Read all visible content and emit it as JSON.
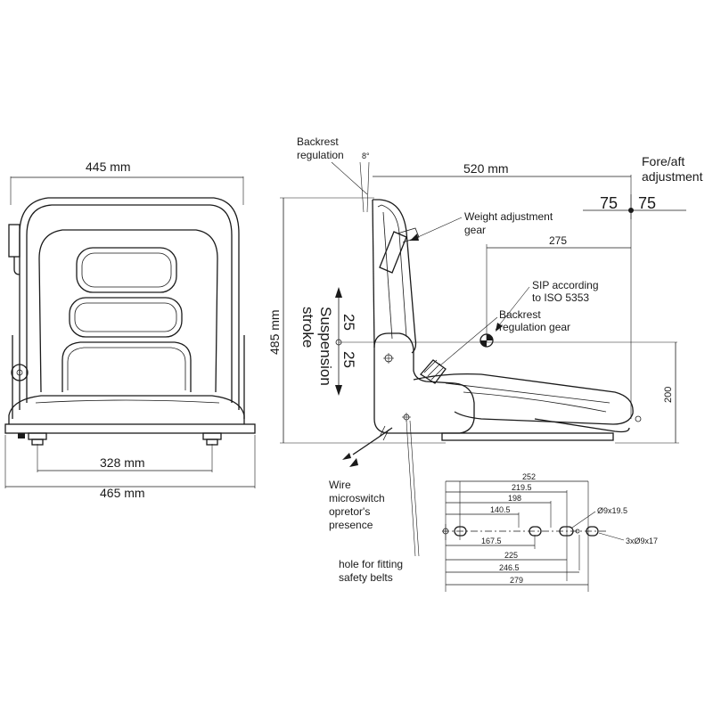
{
  "front_view": {
    "width_top": "445 mm",
    "width_mount": "328 mm",
    "width_base": "465 mm"
  },
  "side_view": {
    "depth": "520 mm",
    "height": "485 mm",
    "fore_aft_label_1": "Fore/aft",
    "fore_aft_label_2": "adjustment",
    "fore_aft_left": "75",
    "fore_aft_right": "75",
    "sip_distance": "275",
    "sip_height": "200",
    "backrest_angle": "8°",
    "suspension_label_1": "Suspension",
    "suspension_label_2": "stroke",
    "suspension_up": "25",
    "suspension_down": "25",
    "backrest_regulation_1": "Backrest",
    "backrest_regulation_2": "regulation",
    "weight_adj_1": "Weight adjustment",
    "weight_adj_2": "gear",
    "sip_1": "SIP according",
    "sip_2": "to ISO 5353",
    "backrest_gear_1": "Backrest",
    "backrest_gear_2": "regulation gear",
    "wire_1": "Wire",
    "wire_2": "microswitch",
    "wire_3": "opretor's",
    "wire_4": "presence",
    "hole_1": "hole for fitting",
    "hole_2": "safety belts"
  },
  "mount_plate": {
    "d252": "252",
    "d219_5": "219.5",
    "d198": "198",
    "d140_5": "140.5",
    "d167_5": "167.5",
    "d225": "225",
    "d246_5": "246.5",
    "d279": "279",
    "slot": "Ø9x19.5",
    "holes": "3xØ9x17"
  }
}
